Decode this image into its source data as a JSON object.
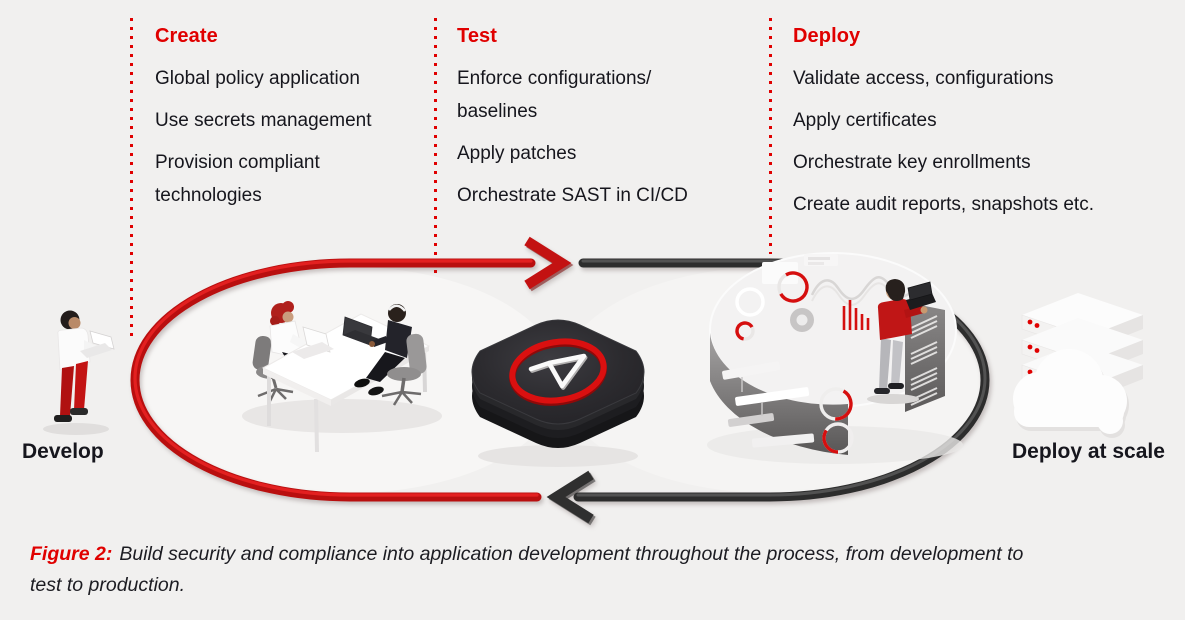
{
  "figure": {
    "phases": [
      {
        "title": "Create",
        "items": [
          "Global policy application",
          "Use secrets management",
          "Provision compliant\ntechnologies"
        ]
      },
      {
        "title": "Test",
        "items": [
          "Enforce configurations/\nbaselines",
          "Apply patches",
          "Orchestrate SAST in CI/CD"
        ]
      },
      {
        "title": "Deploy",
        "items": [
          "Validate access, configurations",
          "Apply certificates",
          "Orchestrate key enrollments",
          "Create audit reports, snapshots etc."
        ]
      }
    ],
    "endpoints": {
      "develop": "Develop",
      "deploy_at_scale": "Deploy at scale"
    },
    "caption": {
      "label": "Figure 2:",
      "text": "Build security and compliance into application development throughout the process, from development to\ntest to production."
    },
    "colors": {
      "accent_red": "#e00000",
      "loop_red": "#b90f0f",
      "loop_dark": "#2d2d2d",
      "text": "#16161d",
      "background": "#f1f0ef"
    }
  }
}
